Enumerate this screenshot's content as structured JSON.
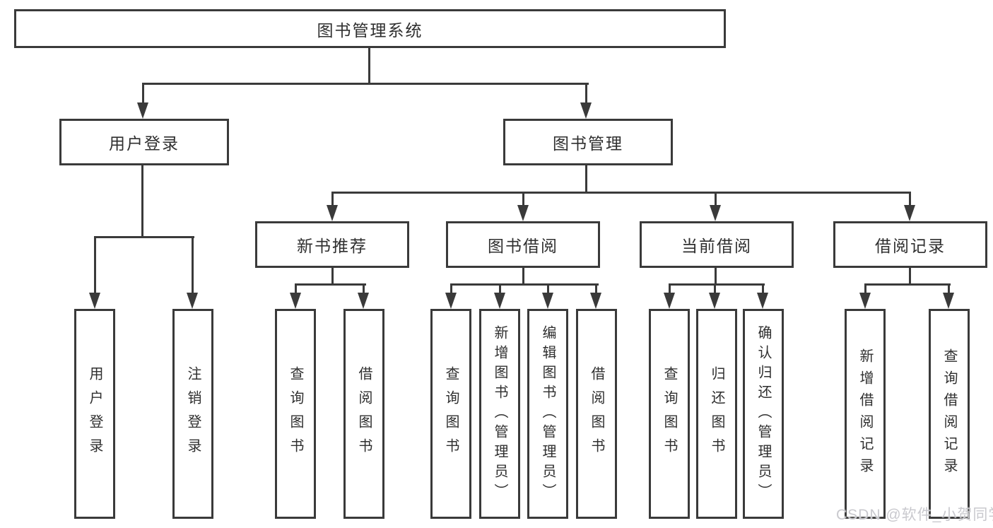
{
  "diagram": {
    "root": {
      "label": "图书管理系统"
    },
    "level2": [
      {
        "label": "用户登录"
      },
      {
        "label": "图书管理"
      }
    ],
    "level3": [
      {
        "label": "新书推荐",
        "parent": "图书管理"
      },
      {
        "label": "图书借阅",
        "parent": "图书管理"
      },
      {
        "label": "当前借阅",
        "parent": "图书管理"
      },
      {
        "label": "借阅记录",
        "parent": "图书管理"
      }
    ],
    "leaves": [
      {
        "label": "用户登录",
        "parent": "用户登录"
      },
      {
        "label": "注销登录",
        "parent": "用户登录"
      },
      {
        "label": "查询图书",
        "parent": "新书推荐"
      },
      {
        "label": "借阅图书",
        "parent": "新书推荐"
      },
      {
        "label": "查询图书",
        "parent": "图书借阅"
      },
      {
        "label": "新增图书（管理员）",
        "parent": "图书借阅"
      },
      {
        "label": "编辑图书（管理员）",
        "parent": "图书借阅"
      },
      {
        "label": "借阅图书",
        "parent": "图书借阅"
      },
      {
        "label": "查询图书",
        "parent": "当前借阅"
      },
      {
        "label": "归还图书",
        "parent": "当前借阅"
      },
      {
        "label": "确认归还（管理员）",
        "parent": "当前借阅"
      },
      {
        "label": "新增借阅记录",
        "parent": "借阅记录"
      },
      {
        "label": "查询借阅记录",
        "parent": "借阅记录"
      }
    ],
    "colors": {
      "line": "#3a3a3a",
      "box_fill": "#ffffff",
      "background": "#ffffff",
      "watermark_text": "#c9c9ce"
    }
  },
  "watermark": {
    "text": "CSDN @软件_小贺同学"
  }
}
